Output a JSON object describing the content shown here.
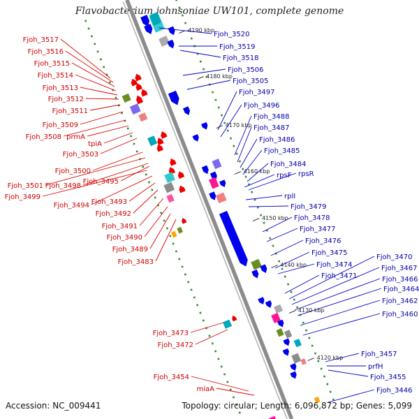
{
  "title": "Flavobacterium johnsoniae UW101, complete genome",
  "footer": {
    "accession": "Accession: NC_009441",
    "summary": "Topology: circular; Length: 6,096,872 bp; Genes: 5,099"
  },
  "colors": {
    "forward": "#0000ee",
    "reverse": "#ee0000",
    "backbone": "#888888",
    "tick": "#2e8b2e"
  },
  "scale_labels": [
    "4190 kbp",
    "4180 kbp",
    "4170 kbp",
    "4160 kbp",
    "4150 kbp",
    "4140 kbp",
    "4130 kbp",
    "4120 kbp"
  ],
  "labels_right": [
    "Fjoh_3520",
    "Fjoh_3519",
    "Fjoh_3518",
    "Fjoh_3506",
    "Fjoh_3505",
    "Fjoh_3497",
    "Fjoh_3496",
    "Fjoh_3488",
    "Fjoh_3487",
    "Fjoh_3486",
    "Fjoh_3485",
    "Fjoh_3484",
    "rpsF",
    "rpsR",
    "rplI",
    "Fjoh_3479",
    "Fjoh_3478",
    "Fjoh_3477",
    "Fjoh_3476",
    "Fjoh_3475",
    "Fjoh_3474",
    "Fjoh_3471",
    "Fjoh_3470",
    "Fjoh_3467",
    "Fjoh_3466",
    "Fjoh_3464",
    "Fjoh_3462",
    "Fjoh_3460",
    "Fjoh_3457",
    "prfH",
    "Fjoh_3455",
    "Fjoh_3446"
  ],
  "labels_left": [
    "Fjoh_3517",
    "Fjoh_3516",
    "Fjoh_3515",
    "Fjoh_3514",
    "Fjoh_3513",
    "Fjoh_3512",
    "Fjoh_3511",
    "Fjoh_3509",
    "Fjoh_3508",
    "prmA",
    "tpiA",
    "Fjoh_3503",
    "Fjoh_3500",
    "Fjoh_3501",
    "Fjoh_3498",
    "Fjoh_3495",
    "Fjoh_3499",
    "Fjoh_3494",
    "Fjoh_3493",
    "Fjoh_3492",
    "Fjoh_3491",
    "Fjoh_3490",
    "Fjoh_3489",
    "Fjoh_3483",
    "Fjoh_3473",
    "Fjoh_3472",
    "Fjoh_3454",
    "miaA"
  ]
}
